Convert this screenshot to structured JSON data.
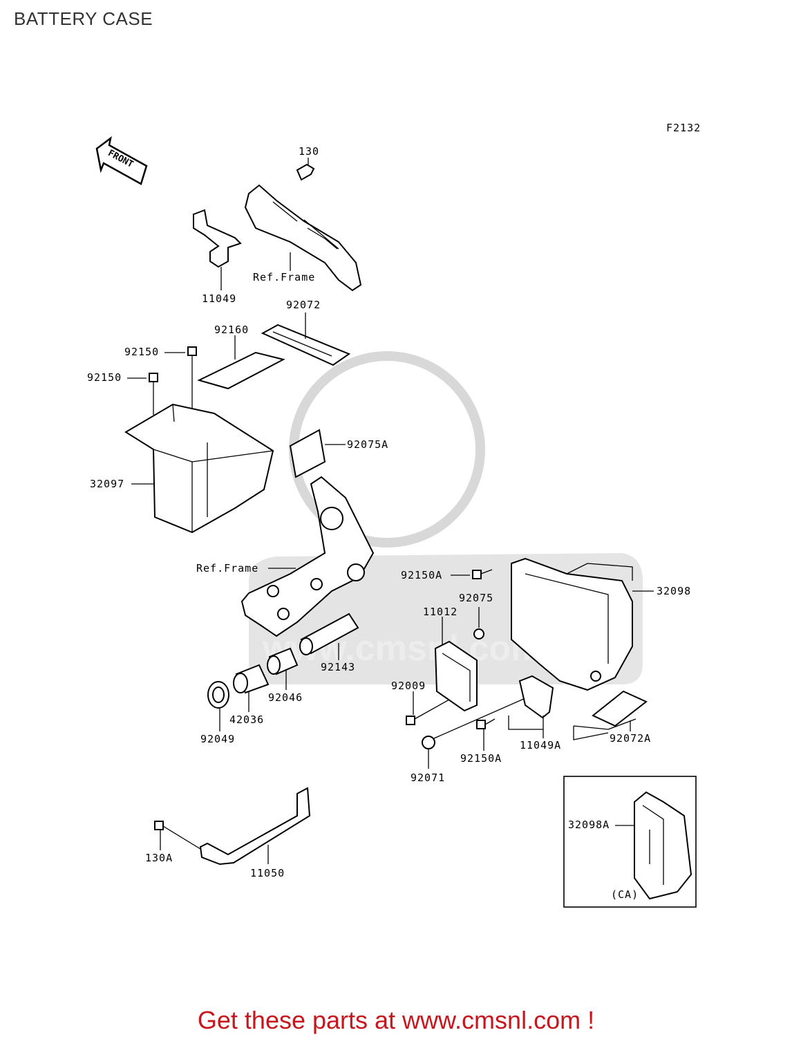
{
  "title": "BATTERY CASE",
  "figure_code": "F2132",
  "front_label": "FRONT",
  "inset_label": "(CA)",
  "footer": "Get these parts at www.cmsnl.com !",
  "watermark": "www.cmsnl.com",
  "labels": {
    "p130": "130",
    "p11049": "11049",
    "ref_frame_top": "Ref.Frame",
    "p92072": "92072",
    "p92160": "92160",
    "p92150_a": "92150",
    "p92150_b": "92150",
    "p92075A": "92075A",
    "p32097": "32097",
    "ref_frame_mid": "Ref.Frame",
    "p92150A_top": "92150A",
    "p32098": "32098",
    "p92075": "92075",
    "p11012": "11012",
    "p92143": "92143",
    "p92046": "92046",
    "p42036": "42036",
    "p92049": "92049",
    "p92009": "92009",
    "p92071": "92071",
    "p92150A_bot": "92150A",
    "p11049A": "11049A",
    "p92072A": "92072A",
    "p32098A": "32098A",
    "p130A": "130A",
    "p11050": "11050"
  }
}
